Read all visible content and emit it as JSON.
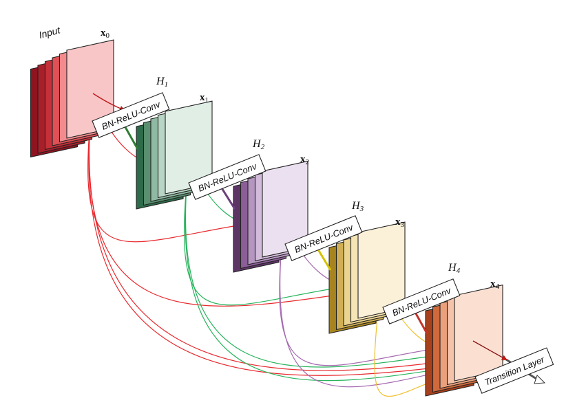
{
  "diagram": {
    "input_label": "Input",
    "stages": [
      {
        "x_label": "x",
        "x_sub": "0",
        "colors": [
          "#8e1420",
          "#a81f2a",
          "#c63038",
          "#e05057",
          "#f28b8e",
          "#f8c6c7"
        ]
      },
      {
        "h_label": "H",
        "h_sub": "1",
        "layer_label": "BN-ReLU-Conv",
        "x_label": "x",
        "x_sub": "1",
        "link_color": "#2e7d32",
        "colors": [
          "#2e6b4a",
          "#5a8f70",
          "#8fb9a2",
          "#b8d6c5",
          "#e0eee6"
        ]
      },
      {
        "h_label": "H",
        "h_sub": "2",
        "layer_label": "BN-ReLU-Conv",
        "x_label": "x",
        "x_sub": "2",
        "link_color": "#6a3f7a",
        "colors": [
          "#5c3565",
          "#8b5e98",
          "#b596c0",
          "#d3bcdb",
          "#ebe0ef"
        ]
      },
      {
        "h_label": "H",
        "h_sub": "3",
        "layer_label": "BN-ReLU-Conv",
        "x_label": "x",
        "x_sub": "3",
        "link_color": "#d4c400",
        "colors": [
          "#a88420",
          "#d1b055",
          "#ebd390",
          "#f5e4b5",
          "#fbf0d8"
        ]
      },
      {
        "h_label": "H",
        "h_sub": "4",
        "layer_label": "BN-ReLU-Conv",
        "x_label": "x",
        "x_sub": "4",
        "link_color": "#c4322a",
        "colors": [
          "#a8401c",
          "#d06a3c",
          "#eba07c",
          "#f5c3aa",
          "#fbe0d2"
        ]
      }
    ],
    "transition_label": "Transition Layer",
    "arc_colors": [
      "#e8292e",
      "#27b35c",
      "#a569b0",
      "#f0c030"
    ]
  }
}
